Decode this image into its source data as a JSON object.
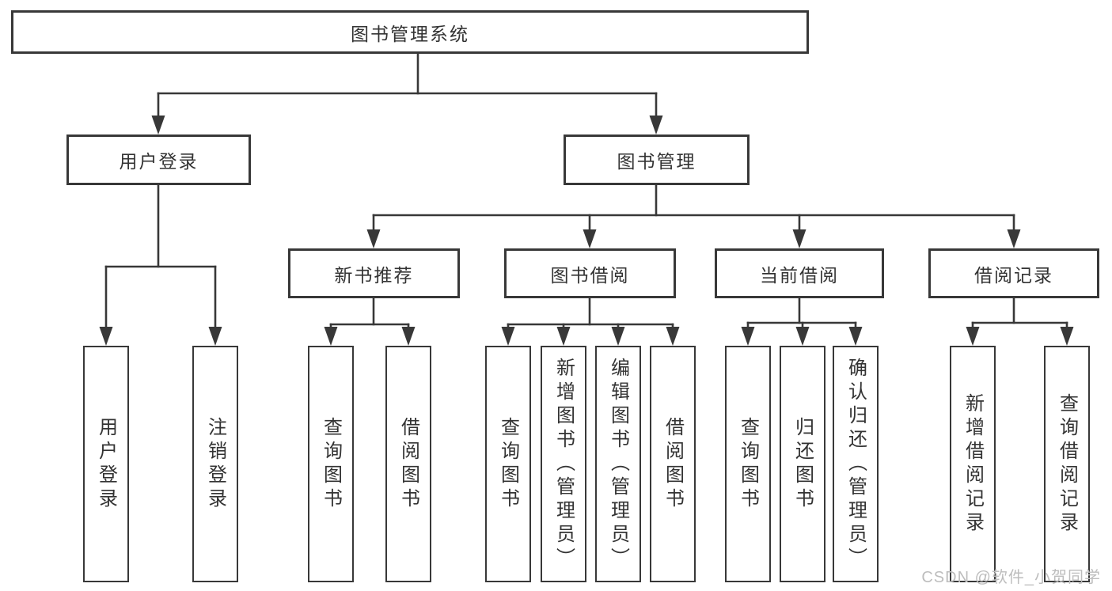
{
  "colors": {
    "line": "#383838",
    "text": "#333333",
    "background": "#ffffff",
    "watermark": "#bdbdbd"
  },
  "watermark": {
    "text": "CSDN @软件_小贺同学"
  },
  "tree": {
    "root": {
      "label": "图书管理系统"
    },
    "user_login": {
      "label": "用户登录",
      "children": [
        {
          "label": "用户登录"
        },
        {
          "label": "注销登录"
        }
      ]
    },
    "book_mgmt": {
      "label": "图书管理",
      "sections": [
        {
          "label": "新书推荐",
          "children": [
            {
              "label": "查询图书"
            },
            {
              "label": "借阅图书"
            }
          ]
        },
        {
          "label": "图书借阅",
          "children": [
            {
              "label": "查询图书"
            },
            {
              "label": "新增图书（管理员）"
            },
            {
              "label": "编辑图书（管理员）"
            },
            {
              "label": "借阅图书"
            }
          ]
        },
        {
          "label": "当前借阅",
          "children": [
            {
              "label": "查询图书"
            },
            {
              "label": "归还图书"
            },
            {
              "label": "确认归还（管理员）"
            }
          ]
        },
        {
          "label": "借阅记录",
          "children": [
            {
              "label": "新增借阅记录"
            },
            {
              "label": "查询借阅记录"
            }
          ]
        }
      ]
    }
  }
}
